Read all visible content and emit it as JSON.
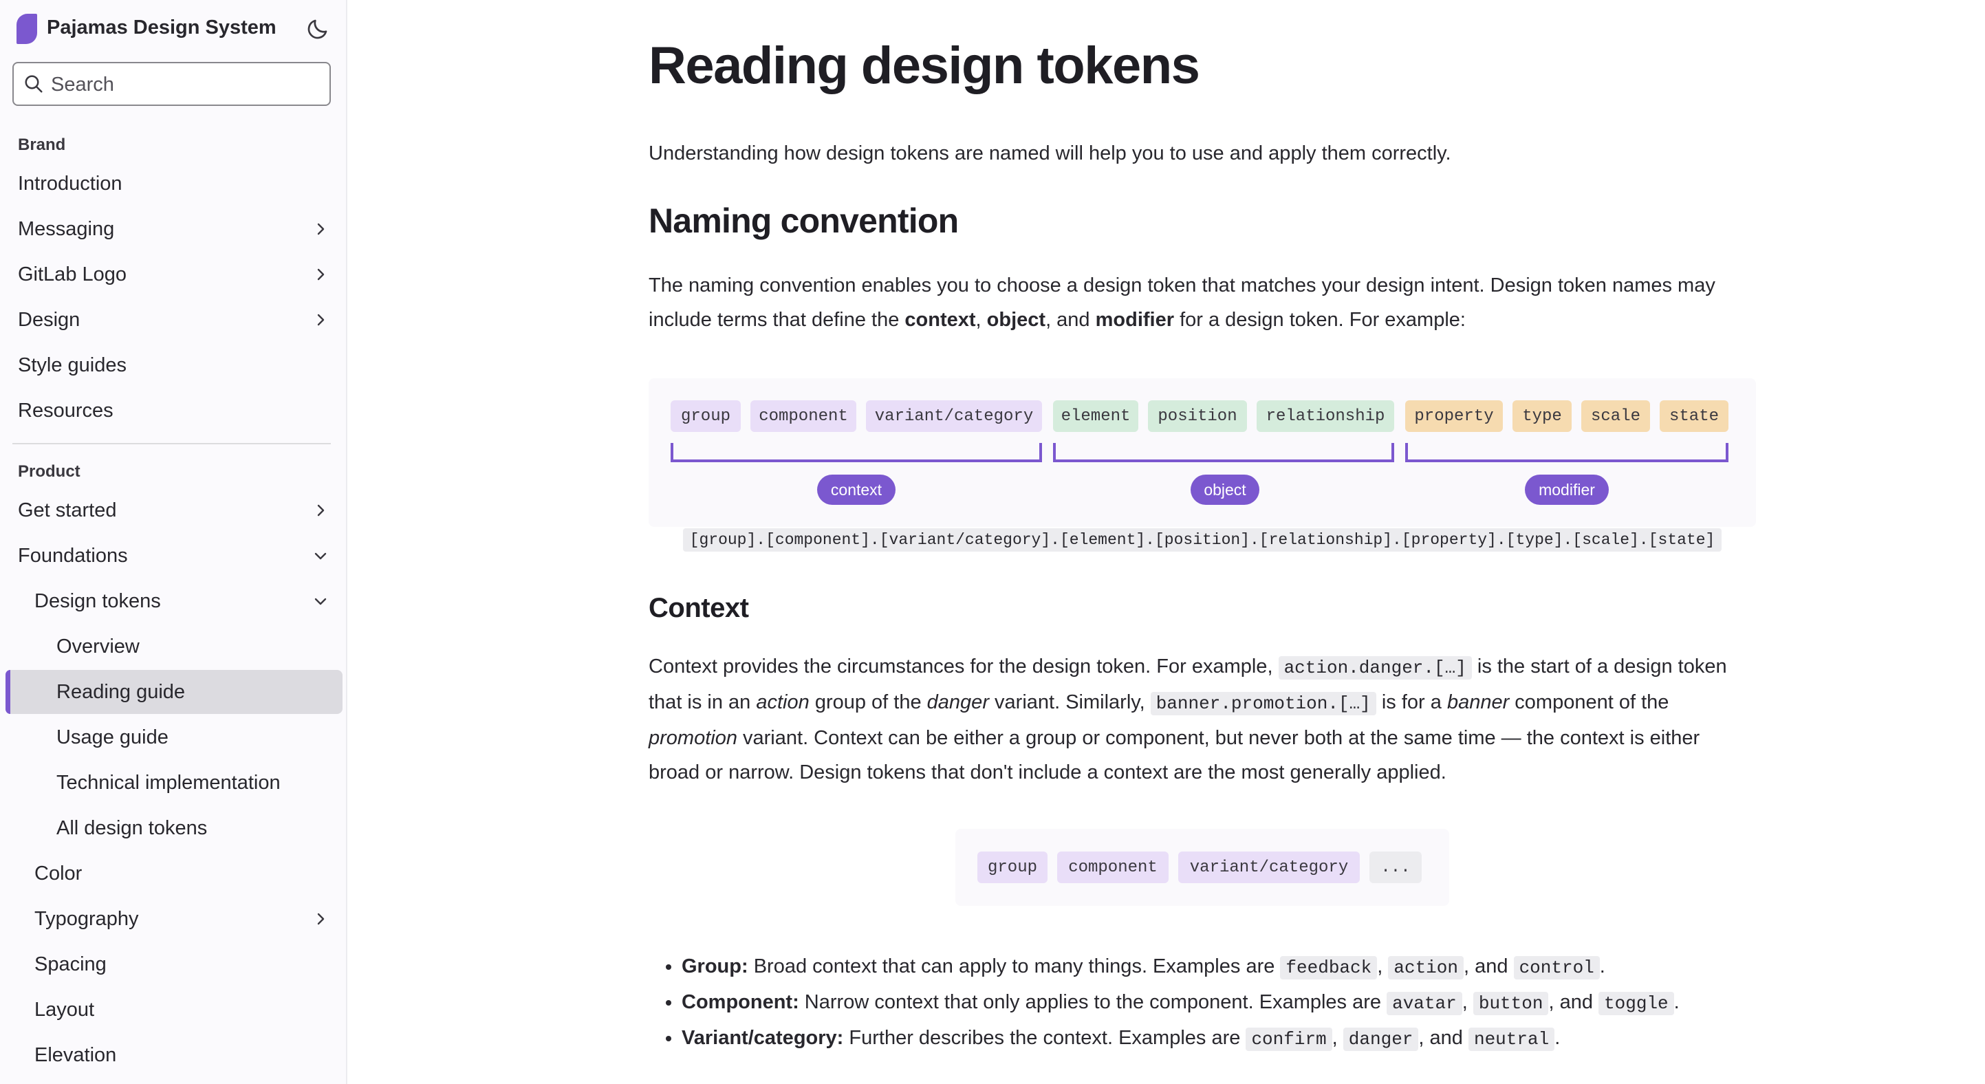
{
  "app": {
    "title": "Pajamas Design System",
    "colors": {
      "accent": "#7b58cf",
      "context_token": "#e9def8",
      "object_token": "#d5ecdc",
      "modifier_token": "#f6dbb0"
    }
  },
  "search": {
    "placeholder": "Search",
    "value": ""
  },
  "sidebar": {
    "sections": [
      {
        "label": "Brand"
      },
      {
        "label": "Product"
      }
    ],
    "items": [
      {
        "label": "Introduction",
        "icon": null
      },
      {
        "label": "Messaging",
        "icon": "chevron-right-icon"
      },
      {
        "label": "GitLab Logo",
        "icon": "chevron-right-icon"
      },
      {
        "label": "Design",
        "icon": "chevron-right-icon"
      },
      {
        "label": "Style guides",
        "icon": null
      },
      {
        "label": "Resources",
        "icon": null
      },
      {
        "label": "Get started",
        "icon": "chevron-right-icon"
      },
      {
        "label": "Foundations",
        "icon": "chevron-down-icon"
      },
      {
        "label": "Design tokens",
        "icon": "chevron-down-icon"
      },
      {
        "label": "Overview",
        "icon": null
      },
      {
        "label": "Reading guide",
        "icon": null,
        "active": true
      },
      {
        "label": "Usage guide",
        "icon": null
      },
      {
        "label": "Technical implementation",
        "icon": null
      },
      {
        "label": "All design tokens",
        "icon": null
      },
      {
        "label": "Color",
        "icon": null
      },
      {
        "label": "Typography",
        "icon": "chevron-right-icon"
      },
      {
        "label": "Spacing",
        "icon": null
      },
      {
        "label": "Layout",
        "icon": null
      },
      {
        "label": "Elevation",
        "icon": null
      }
    ]
  },
  "page": {
    "title": "Reading design tokens",
    "intro": "Understanding how design tokens are named will help you to use and apply them correctly.",
    "naming": {
      "heading": "Naming convention",
      "p_before": "The naming convention enables you to choose a design token that matches your design intent. Design token names may include terms that define the ",
      "b1": "context",
      "sep1": ", ",
      "b2": "object",
      "sep2": ", and ",
      "b3": "modifier",
      "p_after": " for a design token. For example:"
    },
    "diagram": {
      "context_tokens": [
        "group",
        "component",
        "variant/category"
      ],
      "object_tokens": [
        "element",
        "position",
        "relationship"
      ],
      "modifier_tokens": [
        "property",
        "type",
        "scale",
        "state"
      ],
      "labels": {
        "context": "context",
        "object": "object",
        "modifier": "modifier"
      },
      "full_token": "[group].[component].[variant/category].[element].[position].[relationship].[property].[type].[scale].[state]"
    },
    "context": {
      "heading": "Context",
      "t1": "Context provides the circumstances for the design token. For example, ",
      "code1": "action.danger.[…]",
      "t2": " is the start of a design token that is in an ",
      "i1": "action",
      "t3": " group of the ",
      "i2": "danger",
      "t4": " variant. Similarly, ",
      "code2": "banner.promotion.[…]",
      "t5": " is for a ",
      "i3": "banner",
      "t6": " component of the ",
      "i4": "promotion",
      "t7": " variant. Context can be either a group or component, but never both at the same time — the context is either broad or narrow. Design tokens that don't include a context are the most generally applied.",
      "mini_tokens": [
        "group",
        "component",
        "variant/category",
        "..."
      ]
    },
    "bullets": [
      {
        "term": "Group:",
        "text": " Broad context that can apply to many things. Examples are ",
        "codes": [
          "feedback",
          "action",
          "control"
        ]
      },
      {
        "term": "Component:",
        "text": " Narrow context that only applies to the component. Examples are ",
        "codes": [
          "avatar",
          "button",
          "toggle"
        ]
      },
      {
        "term": "Variant/category:",
        "text": " Further describes the context. Examples are ",
        "codes": [
          "confirm",
          "danger",
          "neutral"
        ]
      }
    ],
    "list_sep": {
      "comma": ", ",
      "and": ", and ",
      "end": "."
    }
  }
}
